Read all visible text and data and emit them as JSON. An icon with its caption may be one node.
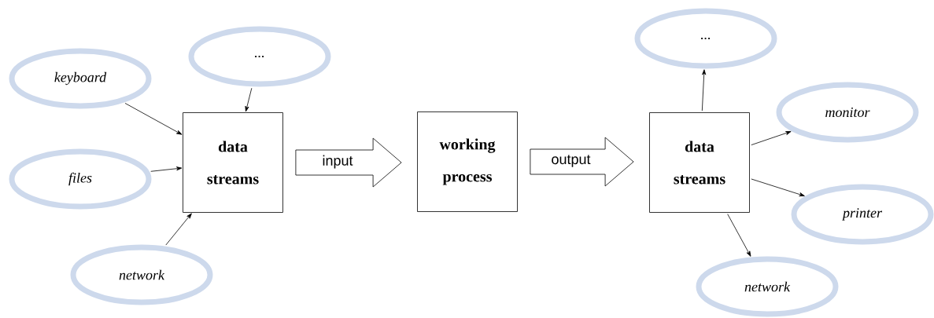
{
  "diagram": {
    "nodes": [
      {
        "text": [
          "keyboard"
        ]
      },
      {
        "text": [
          "..."
        ]
      },
      {
        "text": [
          "files"
        ]
      },
      {
        "text": [
          "data streams"
        ]
      },
      {
        "text": [
          "network"
        ]
      },
      {
        "text": [
          "working process"
        ]
      },
      {
        "text": [
          "..."
        ]
      },
      {
        "text": [
          "data streams"
        ]
      },
      {
        "text": [
          "monitor"
        ]
      },
      {
        "text": [
          "printer"
        ]
      },
      {
        "text": [
          "network"
        ]
      }
    ],
    "edges": [
      {
        "from": 0,
        "to": 3,
        "arrow": "to"
      },
      {
        "from": 1,
        "to": 3,
        "arrow": "to"
      },
      {
        "from": 2,
        "to": 3,
        "arrow": "to"
      },
      {
        "from": 4,
        "to": 3,
        "arrow": "to"
      },
      {
        "from": 3,
        "to": 5,
        "arrow": "to",
        "label": "input",
        "style": "thick"
      },
      {
        "from": 5,
        "to": 7,
        "arrow": "to",
        "label": "output",
        "style": "thick"
      },
      {
        "from": 7,
        "to": 6,
        "arrow": "to"
      },
      {
        "from": 7,
        "to": 8,
        "arrow": "to"
      },
      {
        "from": 7,
        "to": 9,
        "arrow": "to"
      },
      {
        "from": 7,
        "to": 10,
        "arrow": "to"
      }
    ]
  }
}
